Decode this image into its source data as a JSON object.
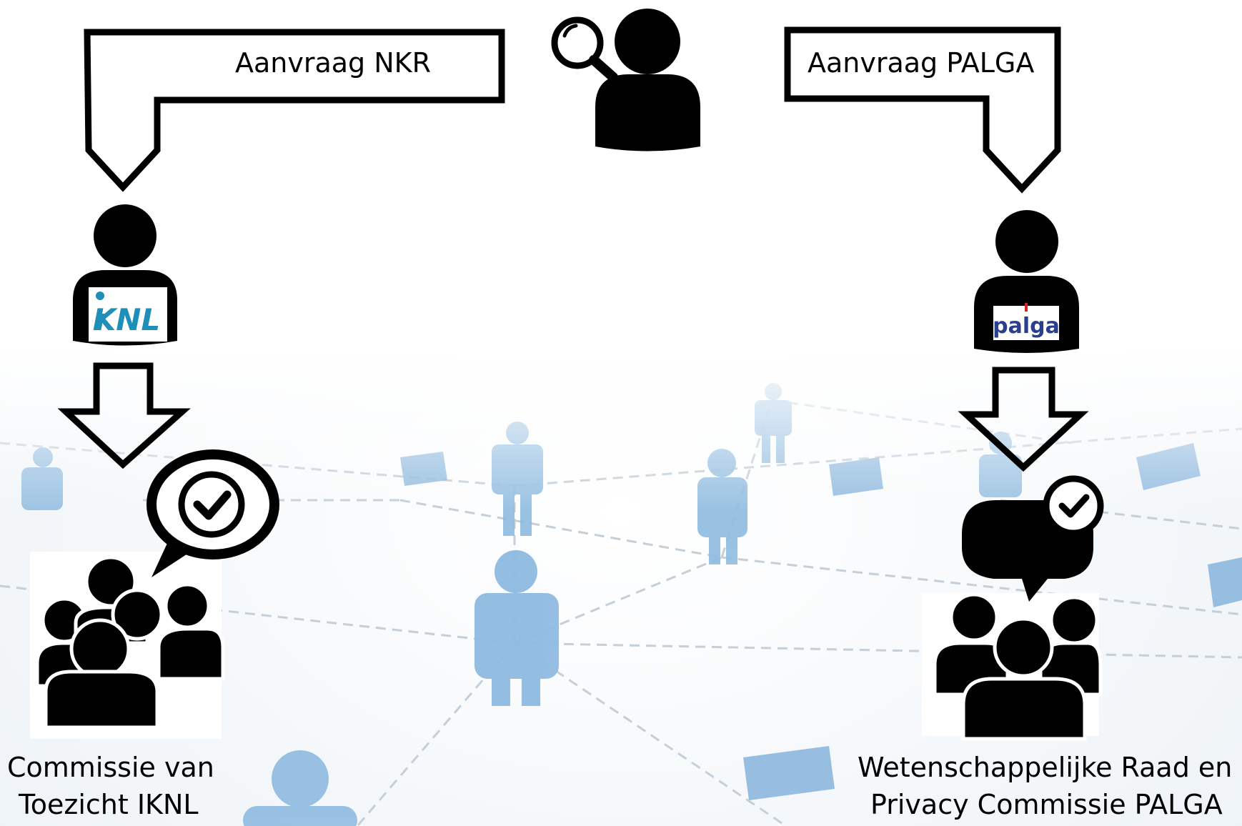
{
  "diagram": {
    "requests": {
      "nkr_label": "Aanvraag NKR",
      "palga_label": "Aanvraag PALGA"
    },
    "organizations": {
      "iknl_logo_text": "KNL",
      "palga_logo_text": "palga"
    },
    "committees": {
      "iknl_line1": "Commissie van",
      "iknl_line2": "Toezicht IKNL",
      "palga_line1": "Wetenschappelijke Raad en",
      "palga_line2": "Privacy Commissie PALGA"
    }
  },
  "colors": {
    "icon": "#000000",
    "background_figures": "#8fbbe0",
    "network_lines": "#c4cfd8",
    "iknl_brand": "#1d8fb8",
    "palga_brand": "#2b3f8f",
    "palga_accent": "#d6202a"
  }
}
